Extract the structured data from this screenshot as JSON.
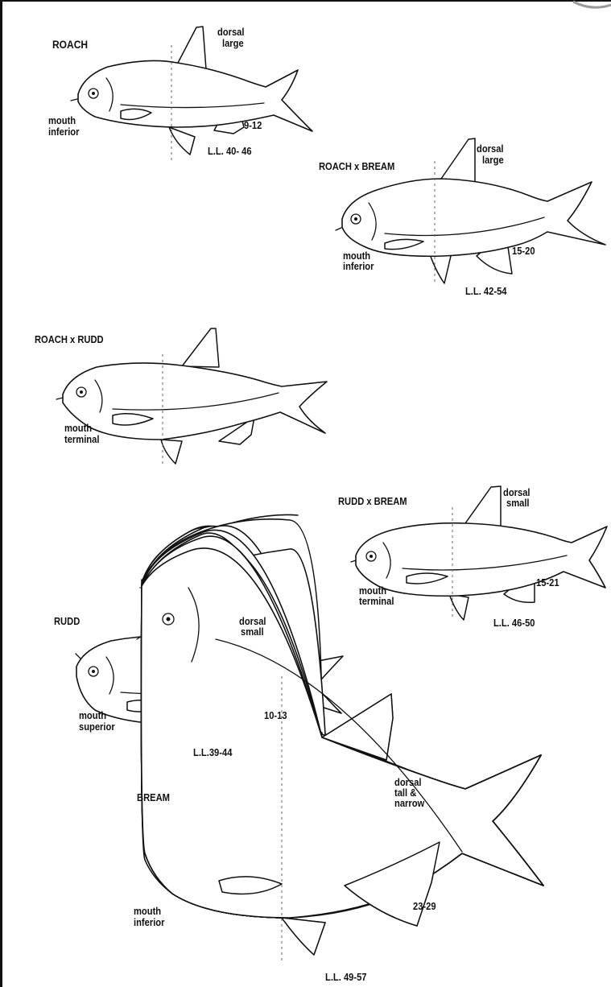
{
  "fish": [
    {
      "id": "roach",
      "name": "ROACH",
      "dorsal": [
        "dorsal",
        "large"
      ],
      "mouth": [
        "mouth",
        "inferior"
      ],
      "anal_rays": "9-12",
      "lateral_line": "L.L. 40- 46"
    },
    {
      "id": "roach-x-bream",
      "name": "ROACH x BREAM",
      "dorsal": [
        "dorsal",
        "large"
      ],
      "mouth": [
        "mouth",
        "inferior"
      ],
      "anal_rays": "15-20",
      "lateral_line": "L.L. 42-54"
    },
    {
      "id": "roach-x-rudd",
      "name": "ROACH x RUDD",
      "mouth": [
        "mouth",
        "terminal"
      ]
    },
    {
      "id": "rudd-x-bream",
      "name": "RUDD x BREAM",
      "dorsal": [
        "dorsal",
        "small"
      ],
      "mouth": [
        "mouth",
        "terminal"
      ],
      "anal_rays": "15-21",
      "lateral_line": "L.L. 46-50"
    },
    {
      "id": "rudd",
      "name": "RUDD",
      "dorsal": [
        "dorsal",
        "small"
      ],
      "mouth": [
        "mouth",
        "superior"
      ],
      "anal_rays": "10-13",
      "lateral_line": "L.L.39-44"
    },
    {
      "id": "bream",
      "name": "BREAM",
      "dorsal": [
        "dorsal",
        "tall &",
        "narrow"
      ],
      "mouth": [
        "mouth",
        "inferior"
      ],
      "anal_rays": "23-29",
      "lateral_line": "L.L. 49-57"
    }
  ]
}
